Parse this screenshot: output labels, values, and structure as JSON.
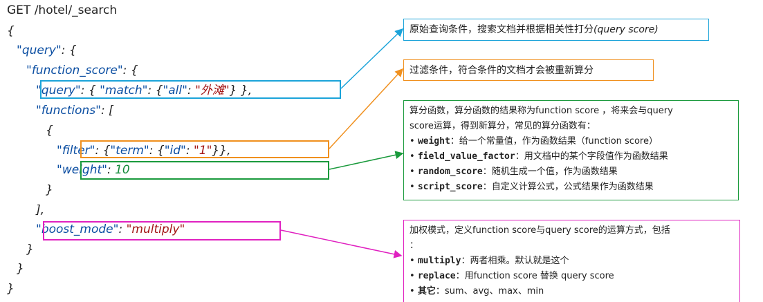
{
  "code": {
    "request_line": "GET /hotel/_search",
    "open_root": "{",
    "query_key": "\"query\"",
    "function_score_key": "\"function_score\"",
    "inner_query_key": "\"query\"",
    "match_key": "\"match\"",
    "all_key": "\"all\"",
    "all_value": "\"外滩\"",
    "functions_key": "\"functions\"",
    "filter_key": "\"filter\"",
    "term_key": "\"term\"",
    "id_key": "\"id\"",
    "id_value": "\"1\"",
    "weight_key": "\"weight\"",
    "weight_value": "10",
    "boost_mode_key": "\"boost_mode\"",
    "boost_mode_value": "\"multiply\"",
    "close_root": "}"
  },
  "notes": {
    "query_note": {
      "text": "原始查询条件，搜索文档并根据相关性打分",
      "suffix": "(query score)",
      "color": "#1aa3d9"
    },
    "filter_note": {
      "text": "过滤条件，符合条件的文档才会被重新算分",
      "color": "#f0901e"
    },
    "function_note": {
      "intro_line1": "算分函数，算分函数的结果称为function score ，将来会与query",
      "intro_line2": "score运算，得到新算分，常见的算分函数有：",
      "items": [
        {
          "name": "weight",
          "desc": "：给一个常量值，作为函数结果（function score）"
        },
        {
          "name": "field_value_factor",
          "desc": "：用文档中的某个字段值作为函数结果"
        },
        {
          "name": "random_score",
          "desc": "：随机生成一个值，作为函数结果"
        },
        {
          "name": "script_score",
          "desc": "：自定义计算公式，公式结果作为函数结果"
        }
      ],
      "color": "#1a9a3c"
    },
    "boost_note": {
      "intro_line1": "加权模式，定义function score与query score的运算方式，包括",
      "intro_line2": "：",
      "items": [
        {
          "name": "multiply",
          "desc": "：两者相乘。默认就是这个"
        },
        {
          "name": "replace",
          "desc": "：用function score 替换 query score"
        },
        {
          "name": "其它",
          "desc": "：sum、avg、max、min"
        }
      ],
      "color": "#e020c0"
    }
  },
  "bullet": "•"
}
